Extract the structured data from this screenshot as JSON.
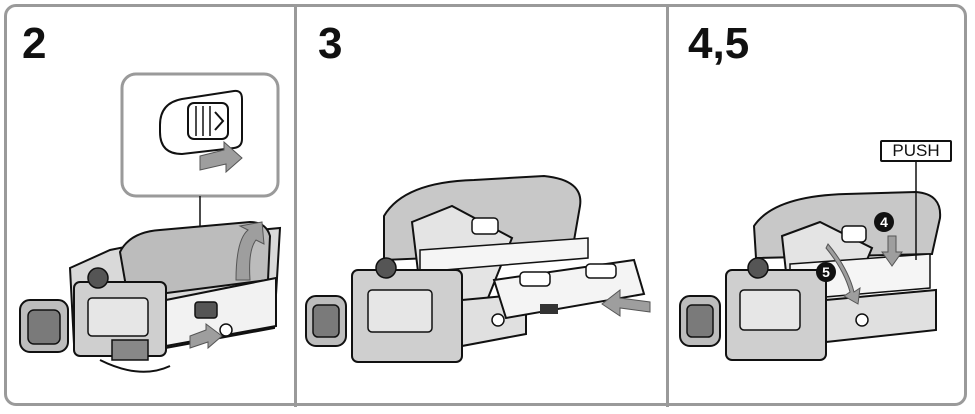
{
  "steps": {
    "step_2": {
      "label": "2"
    },
    "step_3": {
      "label": "3"
    },
    "step_4_5": {
      "label": "4,5"
    }
  },
  "callouts": {
    "push_label": "PUSH",
    "marker_4": "4",
    "marker_5": "5"
  },
  "colors": {
    "frame": "#9a9a9a",
    "ink": "#111111",
    "body_gray": "#d9d9d9",
    "shadow_gray": "#a8a8a8",
    "arrow_gray": "#9e9e9e"
  }
}
